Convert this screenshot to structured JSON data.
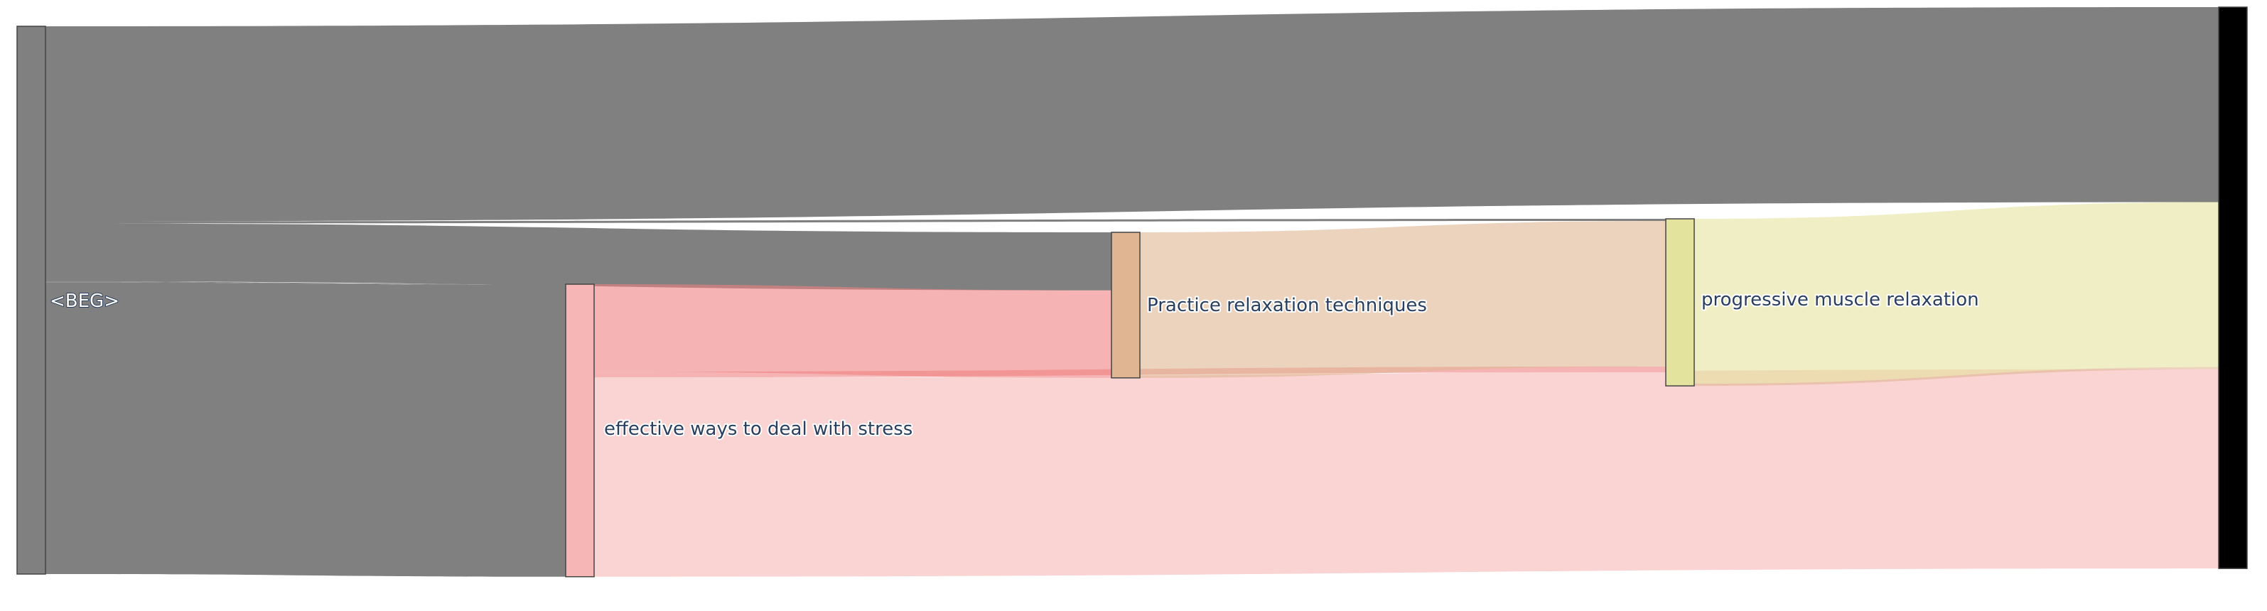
{
  "diagram": {
    "type": "sankey",
    "nodes": [
      {
        "id": "beg",
        "label": "<BEG>",
        "color": "#808080",
        "role": "source"
      },
      {
        "id": "stress",
        "label": "effective ways to deal with stress",
        "color": "#f7b6b6"
      },
      {
        "id": "relax",
        "label": "Practice relaxation techniques",
        "color": "#e0b592"
      },
      {
        "id": "pmr",
        "label": "progressive muscle relaxation",
        "color": "#e4e39d"
      },
      {
        "id": "end",
        "label": "",
        "color": "#000000",
        "role": "sink"
      }
    ],
    "links": [
      {
        "source": "beg",
        "target": "end",
        "value": 272,
        "color": "#808080"
      },
      {
        "source": "beg",
        "target": "pmr",
        "value": 3,
        "color": "#808080"
      },
      {
        "source": "beg",
        "target": "relax",
        "value": 81,
        "color": "#808080"
      },
      {
        "source": "beg",
        "target": "stress",
        "value": 1,
        "color": "#808080"
      },
      {
        "source": "beg",
        "target": "stress",
        "value": 407,
        "color": "#808080"
      },
      {
        "source": "stress",
        "target": "relax",
        "value": 122,
        "color": "#f08080"
      },
      {
        "source": "stress",
        "target": "pmr",
        "value": 8,
        "color": "#f08080"
      },
      {
        "source": "stress",
        "target": "end",
        "value": 278,
        "color": "#f7b6b6"
      },
      {
        "source": "relax",
        "target": "pmr",
        "value": 203,
        "color": "#e0b592"
      },
      {
        "source": "pmr",
        "target": "end",
        "value": 230,
        "color": "#e4e39d"
      },
      {
        "source": "pmr",
        "target": "end",
        "value": 3,
        "color": "#e0b592"
      }
    ]
  }
}
